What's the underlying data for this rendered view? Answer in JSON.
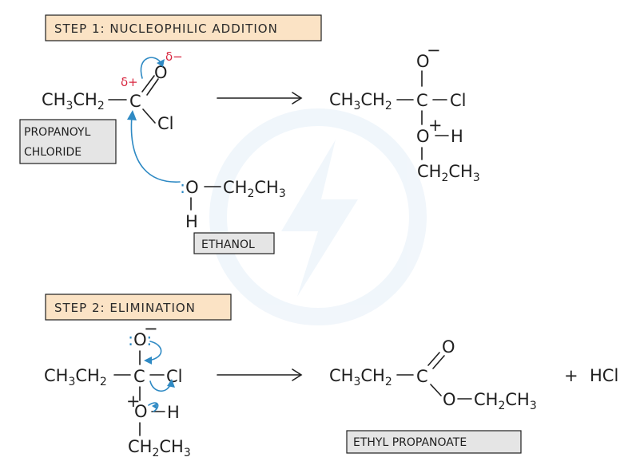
{
  "steps": {
    "step1_title": "STEP 1: NUCLEOPHILIC ADDITION",
    "step2_title": "STEP 2: ELIMINATION"
  },
  "labels": {
    "propanoyl_line1": "PROPANOYL",
    "propanoyl_line2": "CHLORIDE",
    "ethanol": "ETHANOL",
    "ethyl_propanoate": "ETHYL PROPANOATE"
  },
  "atoms": {
    "ch3": "CH",
    "sub3": "3",
    "ch2": "CH",
    "sub2": "2",
    "c": "C",
    "o": "O",
    "cl": "Cl",
    "h": "H",
    "hcl": "HCl",
    "plus": "+",
    "minus": "−"
  },
  "charges": {
    "delta_minus": "δ−",
    "delta_plus": "δ+",
    "o_minus": "−",
    "o_plus": "+"
  },
  "colors": {
    "step_box_fill": "#fbe3c5",
    "label_box_fill": "#e5e5e5",
    "arrow_blue": "#2f8ac4",
    "charge_red": "#d8263f",
    "watermark": "#e9f2fa"
  },
  "icons": [
    "lightning-bolt-watermark"
  ]
}
